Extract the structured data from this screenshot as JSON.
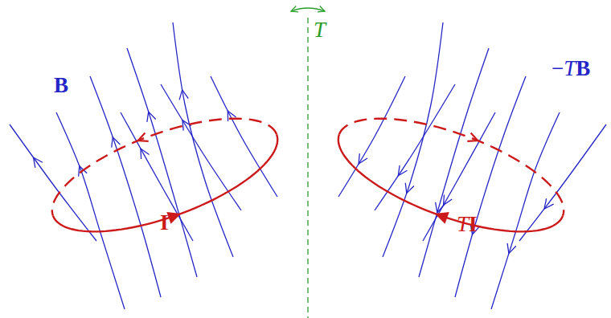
{
  "diagram": {
    "labels": [
      "T",
      "B",
      "I",
      "−TB",
      "TI"
    ]
  }
}
